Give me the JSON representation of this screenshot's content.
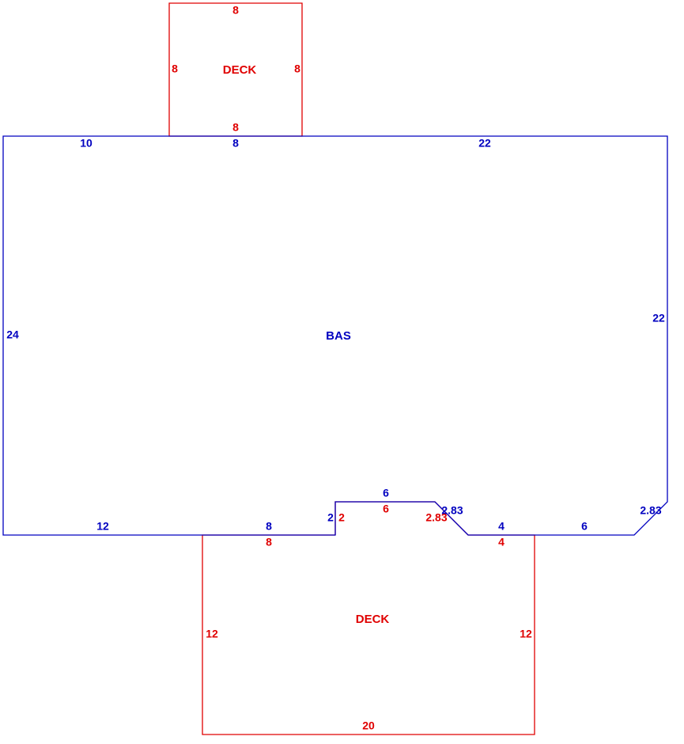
{
  "colors": {
    "bas": "#0000c0",
    "deck": "#e00000"
  },
  "deck_top": {
    "name": "DECK",
    "top": "8",
    "left": "8",
    "right": "8",
    "bottom": "8"
  },
  "bas": {
    "name": "BAS",
    "top_left": "10",
    "top_mid": "8",
    "top_right": "22",
    "left": "24",
    "right": "22",
    "bottom_left": "12",
    "bottom_mid": "8",
    "notch_left": "2",
    "notch_top": "6",
    "notch_diag": "2.83",
    "bottom_a": "4",
    "bottom_b": "6",
    "corner_diag": "2.83"
  },
  "deck_bottom": {
    "name": "DECK",
    "top": "8",
    "notch_left": "2",
    "notch_top": "6",
    "notch_diag": "2.83",
    "top_right": "4",
    "left": "12",
    "right": "12",
    "bottom": "20"
  }
}
